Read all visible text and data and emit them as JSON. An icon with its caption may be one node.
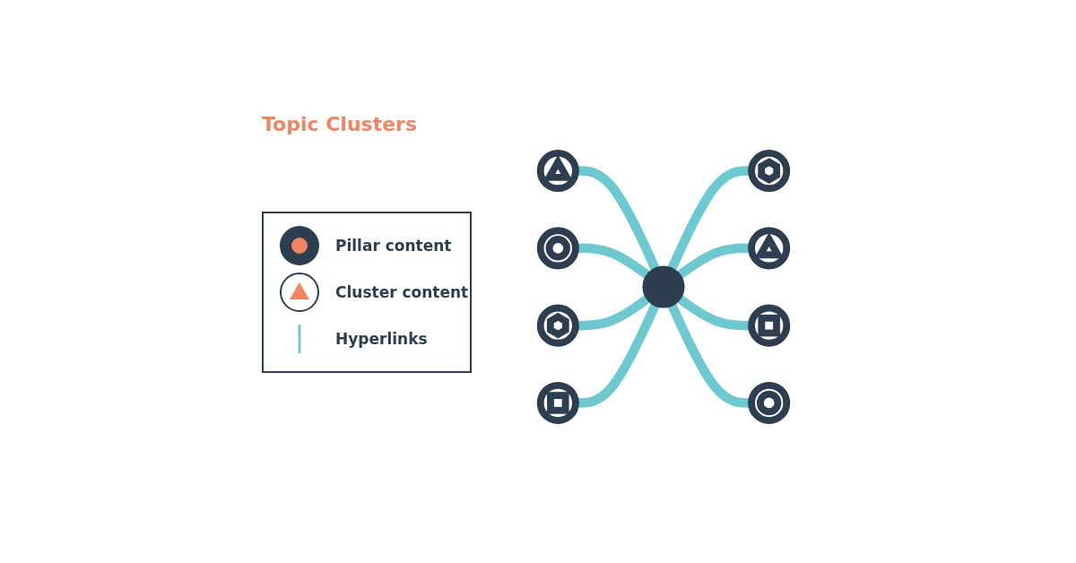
{
  "diagram": {
    "title": "Topic Clusters",
    "nodes": [
      {
        "text": [],
        "shape": "circle"
      },
      {
        "text": [],
        "shape": "circle"
      },
      {
        "text": [],
        "shape": "circle"
      },
      {
        "text": [],
        "shape": "circle"
      },
      {
        "text": [],
        "shape": "circle"
      },
      {
        "text": [],
        "shape": "circle"
      },
      {
        "text": [],
        "shape": "circle"
      },
      {
        "text": [],
        "shape": "circle"
      },
      {
        "text": [],
        "shape": "circle"
      }
    ],
    "edges": [
      {
        "from": 8,
        "to": 0,
        "arrow": "none"
      },
      {
        "from": 7,
        "to": 0,
        "arrow": "none"
      },
      {
        "from": 6,
        "to": 0,
        "arrow": "none"
      },
      {
        "from": 1,
        "to": 0,
        "arrow": "none"
      },
      {
        "from": 0,
        "to": 2,
        "arrow": "none"
      },
      {
        "from": 0,
        "to": 3,
        "arrow": "none"
      },
      {
        "from": 0,
        "to": 4,
        "arrow": "none"
      },
      {
        "from": 0,
        "to": 5,
        "arrow": "none"
      }
    ],
    "legend": [
      {
        "text": "Pillar content"
      },
      {
        "text": "Cluster content"
      },
      {
        "text": "Hyperlinks"
      }
    ]
  }
}
